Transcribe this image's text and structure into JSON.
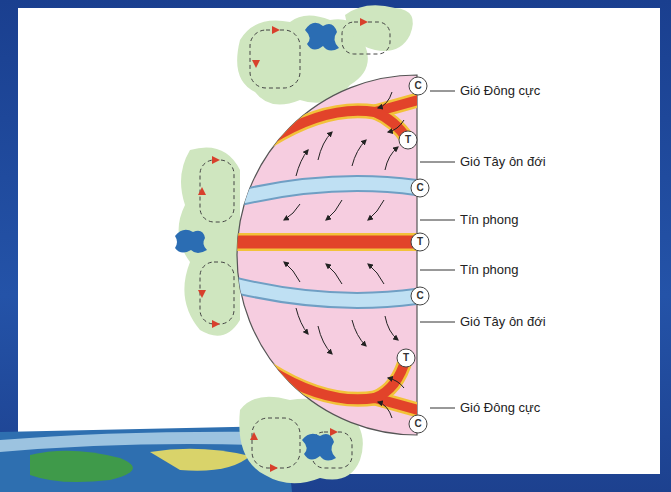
{
  "diagram": {
    "nodes": [
      {
        "text": [
          "C"
        ]
      },
      {
        "text": [
          "T"
        ]
      },
      {
        "text": [
          "C"
        ]
      },
      {
        "text": [
          "T"
        ]
      },
      {
        "text": [
          "C"
        ]
      },
      {
        "text": [
          "T"
        ]
      },
      {
        "text": [
          "C"
        ]
      }
    ],
    "labels": [
      "Gió Đông cực",
      "Gió Tây ôn đới",
      "Tín phong",
      "Tín phong",
      "Gió Tây ôn đới",
      "Gió Đông cực"
    ]
  }
}
